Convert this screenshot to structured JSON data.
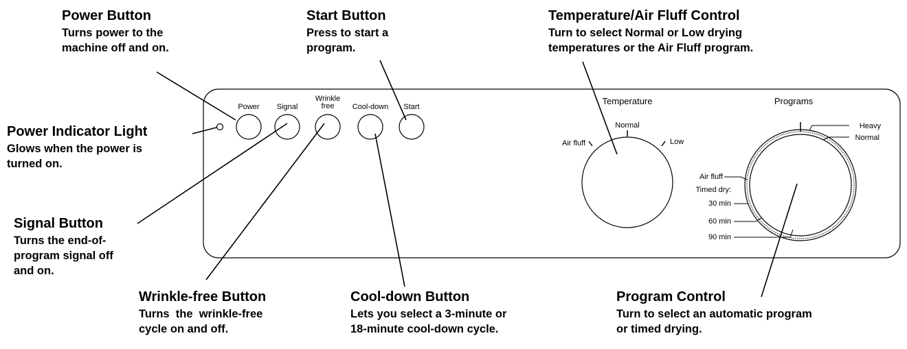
{
  "panel": {
    "buttons": {
      "power": "Power",
      "signal": "Signal",
      "wrinkle_line1": "Wrinkle",
      "wrinkle_line2": "free",
      "cooldown": "Cool-down",
      "start": "Start"
    },
    "temperature": {
      "heading": "Temperature",
      "air_fluff": "Air fluff",
      "normal": "Normal",
      "low": "Low"
    },
    "programs": {
      "heading": "Programs",
      "heavy": "Heavy",
      "normal": "Normal",
      "air_fluff": "Air fluff",
      "timed_dry": "Timed dry:",
      "min30": "30 min",
      "min60": "60 min",
      "min90": "90 min"
    }
  },
  "callouts": {
    "power_button": {
      "title": "Power Button",
      "desc_line1": "Turns  power to the",
      "desc_line2": "machine off and on."
    },
    "start_button": {
      "title": "Start Button",
      "desc_line1": "Press to start a",
      "desc_line2": "program."
    },
    "temperature_control": {
      "title": "Temperature/Air Fluff Control",
      "desc_line1": "Turn to select Normal or Low drying",
      "desc_line2": "temperatures or the Air Fluff program."
    },
    "power_indicator": {
      "title": "Power Indicator Light",
      "desc_line1": "Glows when the power is",
      "desc_line2": "turned on."
    },
    "signal_button": {
      "title": "Signal Button",
      "desc_line1": "Turns the end-of-",
      "desc_line2": "program signal off",
      "desc_line3": "and on."
    },
    "wrinkle_free_button": {
      "title": "Wrinkle-free Button",
      "desc_line1": "Turns  the  wrinkle-free",
      "desc_line2": "cycle on and off."
    },
    "cooldown_button": {
      "title": "Cool-down Button",
      "desc_line1": "Lets you select a 3-minute or",
      "desc_line2": "18-minute cool-down cycle."
    },
    "program_control": {
      "title": "Program Control",
      "desc_line1": "Turn to select an automatic program",
      "desc_line2": "or timed drying."
    }
  }
}
